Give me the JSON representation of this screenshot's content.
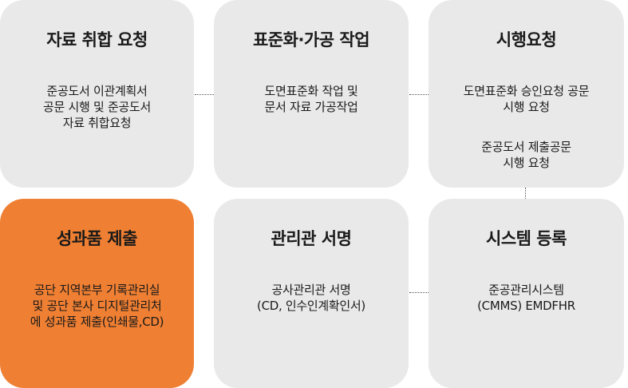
{
  "steps": [
    {
      "title": "자료 취합 요청",
      "desc": [
        "준공도서 이관계획서",
        "공문 시행 및 준공도서",
        "자료 취합요청"
      ]
    },
    {
      "title": "표준화·가공 작업",
      "desc": [
        "도면표준화 작업 및",
        "문서 자료 가공작업"
      ]
    },
    {
      "title": "시행요청",
      "desc": [
        "도면표준화 승인요청 공문",
        "시행 요청"
      ],
      "desc2": [
        "준공도서 제출공문",
        "시행 요청"
      ]
    },
    {
      "title": "성과품 제출",
      "desc": [
        "공단 지역본부 기록관리실",
        "및 공단 본사 디지털관리처",
        "에 성과품 제출(인쇄물,CD)"
      ]
    },
    {
      "title": "관리관 서명",
      "desc": [
        "공사관리관 서명",
        "(CD, 인수인계확인서)"
      ]
    },
    {
      "title": "시스템 등록",
      "desc": [
        "준공관리시스템",
        "(CMMS) EMDFHR"
      ]
    }
  ],
  "colors": {
    "card": "#e9e9e9",
    "active": "#ef7f32",
    "connector": "#555555"
  }
}
